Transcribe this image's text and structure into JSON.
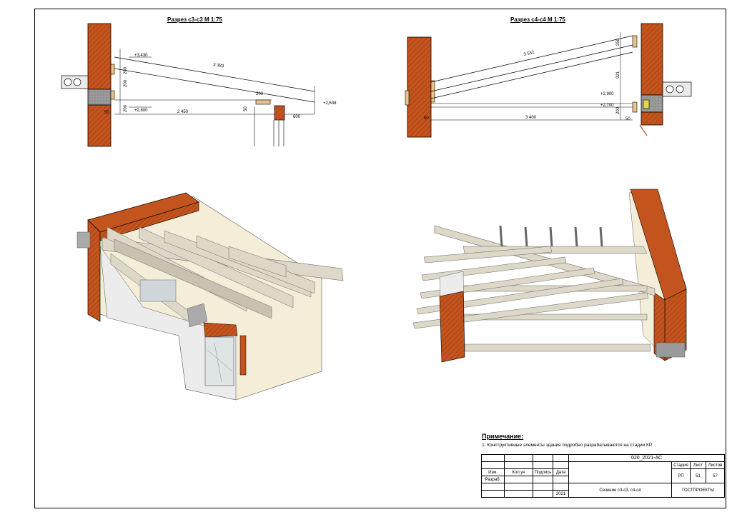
{
  "sections": {
    "left_title": "Разрез с3-с3  М 1:75",
    "right_title": "Разрез с4-с4  М 1:75"
  },
  "left_dims": {
    "elev_top": "+3,430",
    "rafter_len": "3 383",
    "d200a": "200",
    "d200b": "200",
    "d200c": "200",
    "d50": "50",
    "elev_bottom": "+2,800",
    "span": "2 450",
    "d200_top": "200",
    "d50_small": "50",
    "elev_right": "+2,638",
    "d600": "600"
  },
  "right_dims": {
    "rafter_len": "3 532",
    "d250": "250",
    "d921": "921",
    "elev_2900": "+2,900",
    "elev_2700": "+2,700",
    "d200": "200",
    "d50_left": "50",
    "span": "3 400",
    "d50_right": "50"
  },
  "note": {
    "title": "Примечание:",
    "text": "1. Конструктивные элементы здания подробно разрабатываются на стадии КР."
  },
  "stamp": {
    "code": "020_2021-АС",
    "stage_h": "Стадия",
    "sheet_h": "Лист",
    "sheets_h": "Листов",
    "stage": "РП",
    "sheet": "51",
    "sheets": "57",
    "izm": "Изм.",
    "koluch": "Кол.уч",
    "podpis": "Подпись",
    "data": "Дата",
    "razrab": "Разраб.",
    "drawing_name": "Сечение с3-с3, с4-с4",
    "company": "ГОСТПРОЕКТЫ",
    "year": "2021"
  },
  "colors": {
    "brick": "#c4541e",
    "timber": "#ddd8c8",
    "wall": "#f4eed8"
  }
}
